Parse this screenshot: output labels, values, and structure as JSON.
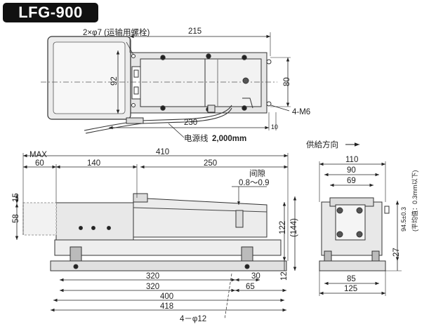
{
  "model": "LFG-900",
  "feed_direction_label": "供給方向",
  "top_view": {
    "transport_bolt_label": "2×φ7 (运输用螺栓)",
    "width_215": "215",
    "height_92": "92",
    "height_80": "80",
    "width_230": "230",
    "width_10": "10",
    "mount_holes": "4-M6",
    "cable_label": "电源线",
    "cable_length": "2,000mm"
  },
  "front_view": {
    "max_label": "MAX",
    "dim_410": "410",
    "dim_60": "60",
    "dim_140": "140",
    "dim_250": "250",
    "gap_label": "间隙",
    "gap_value": "0.8～0.9",
    "dim_15": "15",
    "dim_58": "58",
    "dim_122": "122",
    "dim_144": "(144)",
    "dim_12": "12",
    "dim_320a": "320",
    "dim_30": "30",
    "dim_320b": "320",
    "dim_65": "65",
    "dim_400": "400",
    "dim_418": "418",
    "foot_holes": "4－φ12"
  },
  "side_view": {
    "dim_110": "110",
    "dim_90": "90",
    "dim_69": "69",
    "dim_height": "94.5±0.3",
    "dim_height_note": "(平均值：0.3mm以下)",
    "dim_27": "27",
    "dim_85": "85",
    "dim_125": "125"
  }
}
